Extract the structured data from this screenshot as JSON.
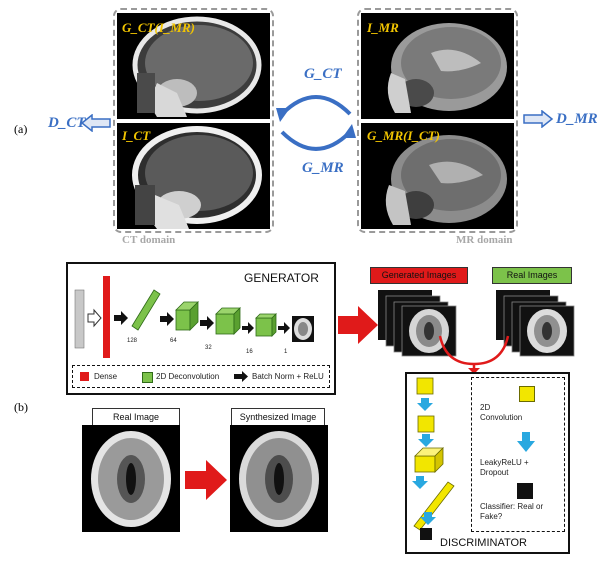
{
  "part_a": {
    "label": "(a)",
    "scans": {
      "g_ct_of_i_mr": "G_CT(I_MR)",
      "i_ct": "I_CT",
      "i_mr": "I_MR",
      "g_mr_of_i_ct": "G_MR(I_CT)"
    },
    "cycle": {
      "top": "G_CT",
      "bottom": "G_MR"
    },
    "discriminators": {
      "left": "D_CT",
      "right": "D_MR"
    },
    "domains": {
      "left": "CT domain",
      "right": "MR domain"
    }
  },
  "part_b": {
    "label": "(b)",
    "generator": {
      "title": "GENERATOR",
      "sizes": [
        "128",
        "64",
        "32",
        "16",
        "1"
      ],
      "legend": {
        "dense": "Dense",
        "deconv": "2D Deconvolution",
        "bn": "Batch Norm + ReLU"
      }
    },
    "generated_images": "Generated Images",
    "real_images": "Real Images",
    "real_image": "Real Image",
    "synthesized_image": "Synthesized Image",
    "discriminator": {
      "title": "DISCRIMINATOR",
      "legend": {
        "conv": "2D Convolution",
        "leaky": "LeakyReLU + Dropout",
        "classifier": "Classifier: Real or Fake?"
      }
    }
  },
  "colors": {
    "blue": "#3a6fc4",
    "yellow": "#f2c500",
    "red": "#e01a1a",
    "green": "#7cc24a",
    "cyan": "#29a8e0"
  }
}
